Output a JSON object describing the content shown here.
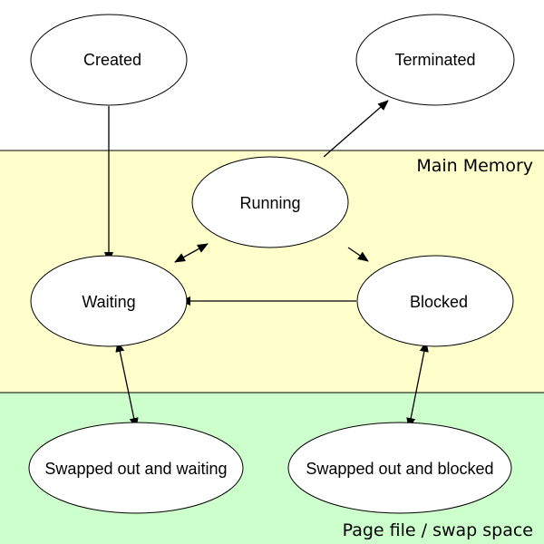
{
  "regions": {
    "top": {
      "label": "",
      "color": "#ffffff"
    },
    "memory": {
      "label": "Main Memory",
      "color": "#ffffcc"
    },
    "swap": {
      "label": "Page file / swap space",
      "color": "#ccffcc"
    }
  },
  "nodes": {
    "created": "Created",
    "terminated": "Terminated",
    "running": "Running",
    "waiting": "Waiting",
    "blocked": "Blocked",
    "swapped_waiting": "Swapped out and waiting",
    "swapped_blocked": "Swapped out and blocked"
  },
  "edges": [
    {
      "from": "created",
      "to": "waiting",
      "direction": "forward"
    },
    {
      "from": "running",
      "to": "terminated",
      "direction": "forward"
    },
    {
      "from": "waiting",
      "to": "running",
      "direction": "both"
    },
    {
      "from": "running",
      "to": "blocked",
      "direction": "forward"
    },
    {
      "from": "blocked",
      "to": "waiting",
      "direction": "forward"
    },
    {
      "from": "waiting",
      "to": "swapped_waiting",
      "direction": "both"
    },
    {
      "from": "blocked",
      "to": "swapped_blocked",
      "direction": "both"
    }
  ],
  "colors": {
    "stroke": "#000000",
    "node_fill": "#ffffff",
    "divider": "#000000"
  }
}
